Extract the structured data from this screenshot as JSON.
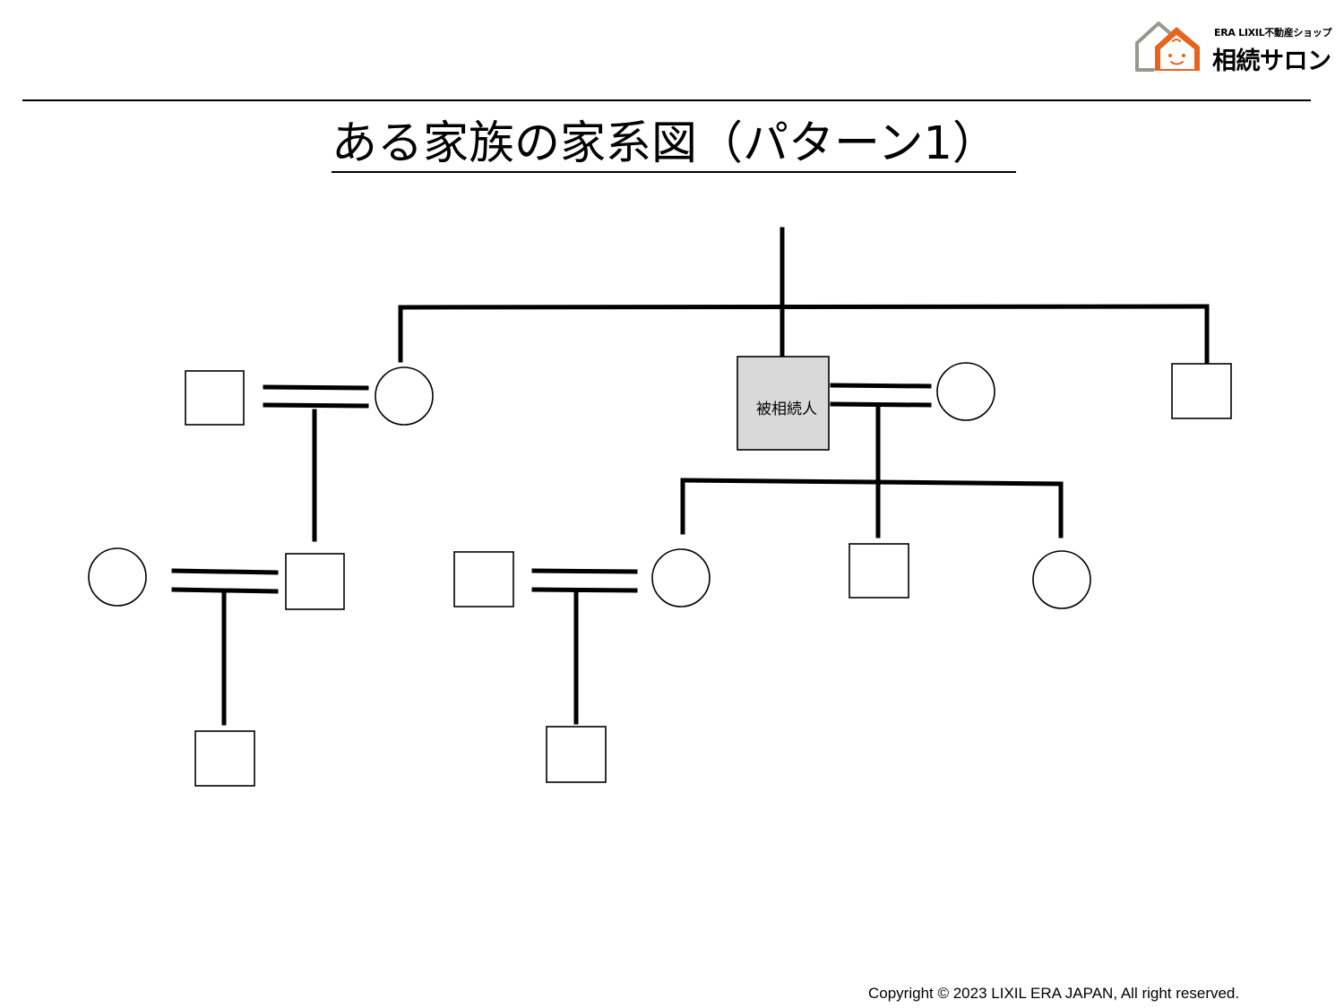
{
  "logo": {
    "small_text": "ERA LIXIL不動産ショップ",
    "big_text": "相続サロン",
    "accent_color": "#e8641e",
    "house_gray_color": "#9a9690",
    "icon": "house-face-icon"
  },
  "title": "ある家族の家系図（パターン1）",
  "deceased_label": "被相続人",
  "deceased_fill": "#d9d9d9",
  "footer": "Copyright © 2023 LIXIL ERA JAPAN, All right reserved."
}
